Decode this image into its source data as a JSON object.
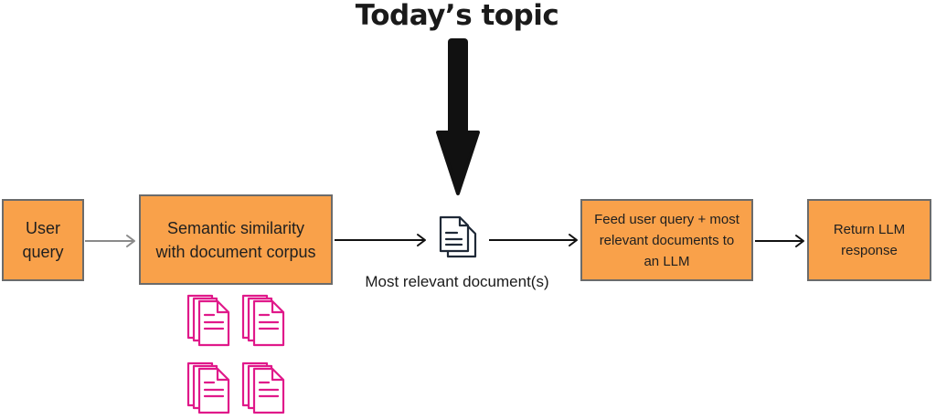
{
  "title": "Today’s topic",
  "nodes": {
    "user_query": "User\nquery",
    "semantic_similarity": "Semantic similarity\nwith document corpus",
    "most_relevant_caption": "Most relevant document(s)",
    "feed_llm": "Feed user query + most\nrelevant documents to\nan LLM",
    "return_response": "Return LLM\nresponse"
  },
  "icons": {
    "result_document": "documents-icon",
    "corpus_documents": "documents-icon"
  },
  "colors": {
    "box_fill": "#f9a14a",
    "box_border": "#6b6b6b",
    "corpus_icon": "#e0198a",
    "arrow_dark": "#111111",
    "arrow_light": "#8a8a8a"
  }
}
